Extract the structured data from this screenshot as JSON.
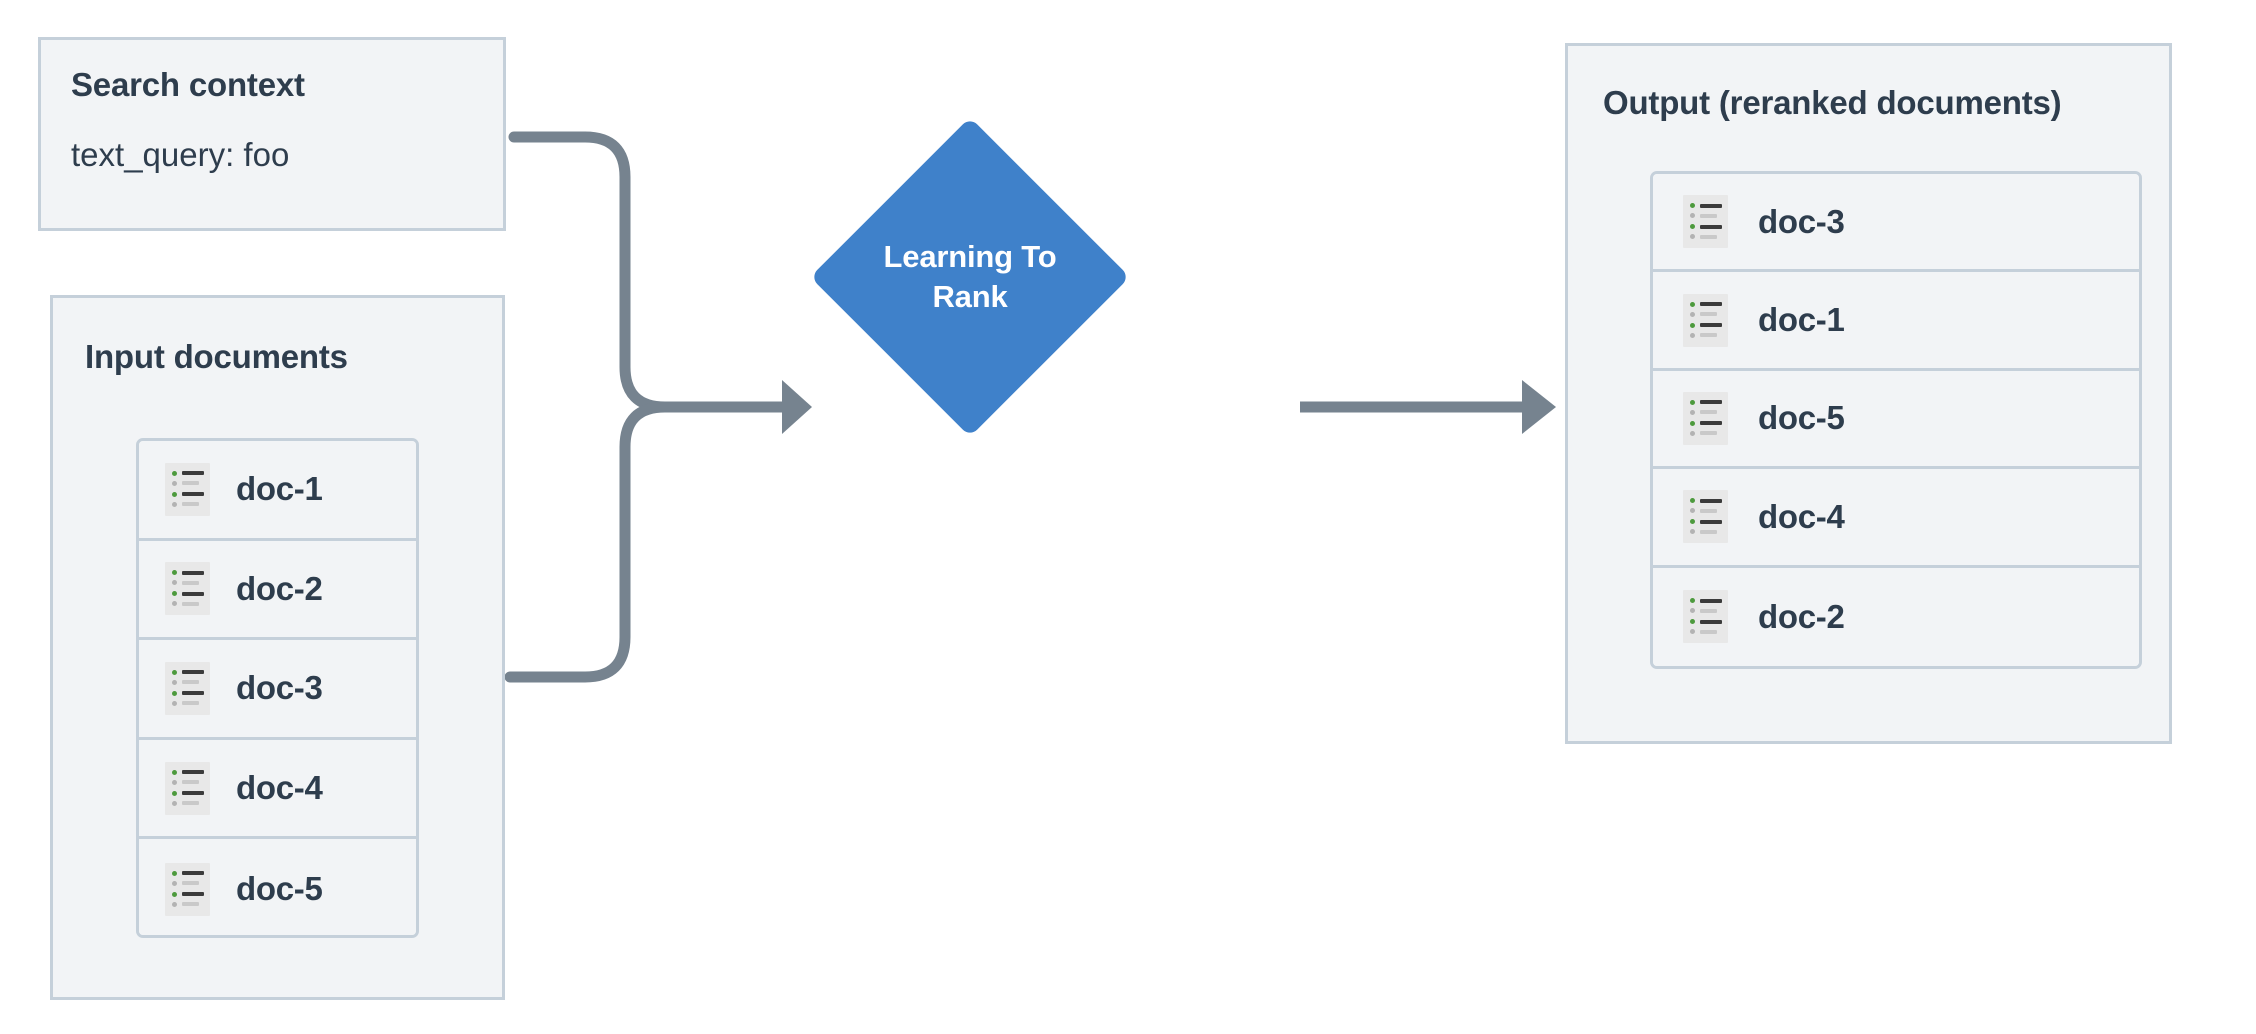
{
  "diagram": {
    "title": "Learning To Rank reranking flow",
    "colors": {
      "panel_fill": "#f2f4f6",
      "panel_border": "#c5d0da",
      "text": "#2e3d4d",
      "node_fill": "#3f81ca",
      "node_text": "#ffffff",
      "connector": "#76838f",
      "icon_bullet_active": "#4d9a3d",
      "icon_bullet_muted": "#b3b3b3",
      "background": "#ffffff"
    }
  },
  "search_context": {
    "title": "Search context",
    "query_line": "text_query: foo"
  },
  "input_documents": {
    "title": "Input documents",
    "docs": [
      {
        "label": "doc-1",
        "icon": "document-list-icon"
      },
      {
        "label": "doc-2",
        "icon": "document-list-icon"
      },
      {
        "label": "doc-3",
        "icon": "document-list-icon"
      },
      {
        "label": "doc-4",
        "icon": "document-list-icon"
      },
      {
        "label": "doc-5",
        "icon": "document-list-icon"
      }
    ]
  },
  "model_node": {
    "label": "Learning To\nRank",
    "shape": "diamond"
  },
  "output": {
    "title": "Output (reranked documents)",
    "docs": [
      {
        "label": "doc-3",
        "icon": "document-list-icon"
      },
      {
        "label": "doc-1",
        "icon": "document-list-icon"
      },
      {
        "label": "doc-5",
        "icon": "document-list-icon"
      },
      {
        "label": "doc-4",
        "icon": "document-list-icon"
      },
      {
        "label": "doc-2",
        "icon": "document-list-icon"
      }
    ]
  },
  "connectors": [
    {
      "name": "search-context-to-model",
      "from": "search_context",
      "to": "model_node",
      "style": "elbow-rounded"
    },
    {
      "name": "input-documents-to-model",
      "from": "input_documents",
      "to": "model_node",
      "style": "elbow-rounded"
    },
    {
      "name": "model-to-output",
      "from": "model_node",
      "to": "output",
      "style": "straight-arrow"
    }
  ]
}
